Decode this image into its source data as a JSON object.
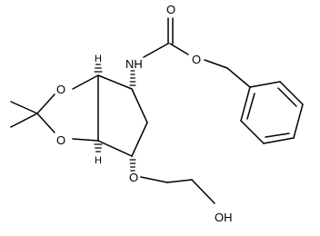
{
  "molecule": {
    "atoms": {
      "nh": "NH",
      "carbonyl_o": "O",
      "ester_o": "O",
      "ring_o_top": "O",
      "ring_o_bottom": "O",
      "ether_o": "O",
      "hydroxyl": "OH",
      "h_top": "H",
      "h_bottom": "H"
    }
  }
}
